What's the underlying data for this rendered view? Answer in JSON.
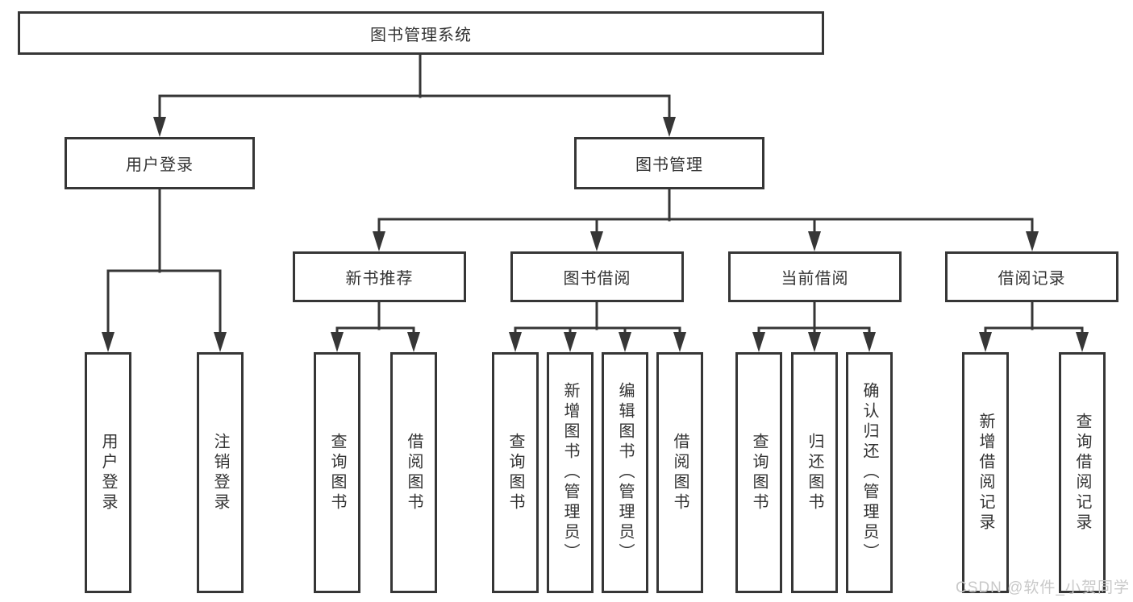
{
  "diagram": {
    "root": {
      "label": "图书管理系统"
    },
    "level2": {
      "user_login": {
        "label": "用户登录"
      },
      "book_management": {
        "label": "图书管理"
      }
    },
    "level3": {
      "new_book_recommend": {
        "label": "新书推荐"
      },
      "book_borrowing": {
        "label": "图书借阅"
      },
      "current_borrowing": {
        "label": "当前借阅"
      },
      "borrowing_records": {
        "label": "借阅记录"
      }
    },
    "leaves": {
      "user_login_children": [
        "用户登录",
        "注销登录"
      ],
      "new_book_children": [
        "查询图书",
        "借阅图书"
      ],
      "book_borrowing_children": [
        "查询图书",
        "新增图书（管理员）",
        "编辑图书（管理员）",
        "借阅图书"
      ],
      "current_borrowing_children": [
        "查询图书",
        "归还图书",
        "确认归还（管理员）"
      ],
      "borrowing_records_children": [
        "新增借阅记录",
        "查询借阅记录"
      ]
    }
  },
  "watermark": {
    "text": "CSDN @软件_小贺同学"
  },
  "colors": {
    "line": "#363636",
    "box_border": "#363636",
    "box_fill": "#ffffff",
    "text": "#333333",
    "watermark": "#c9c9c9",
    "background": "#ffffff"
  }
}
